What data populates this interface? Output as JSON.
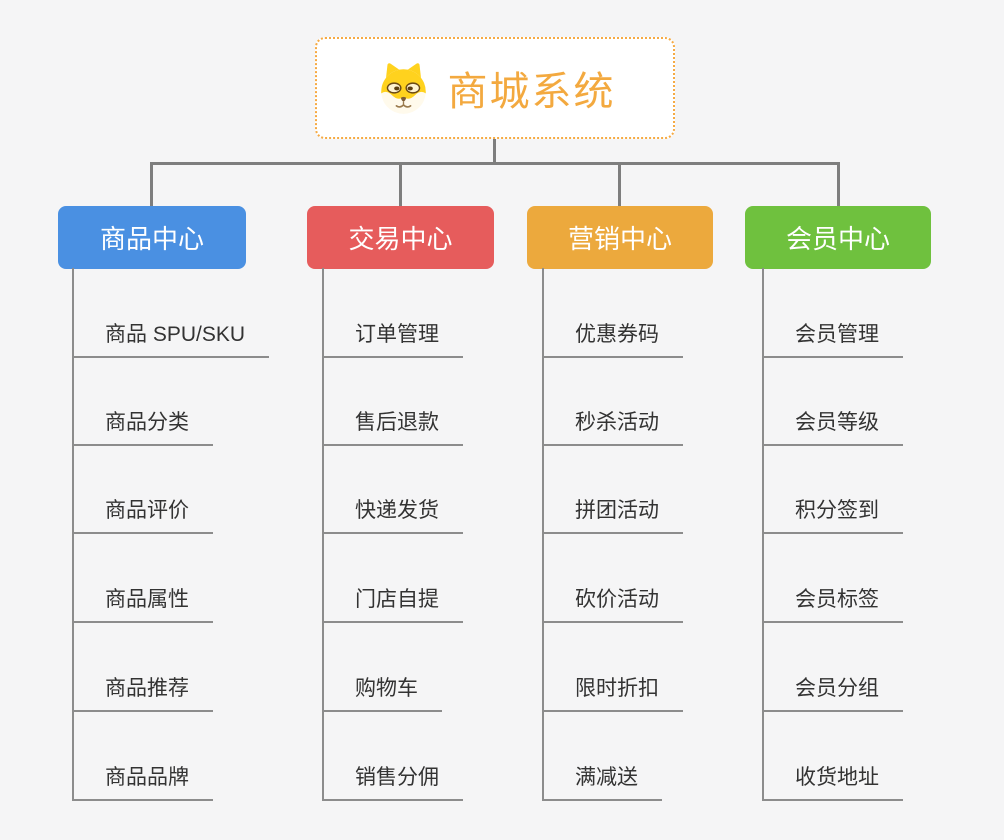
{
  "page": {
    "background": "#f5f5f6"
  },
  "lines": {
    "connector_color": "#7e7e7e",
    "item_line_color": "#8c8c8c"
  },
  "root": {
    "title": "商城系统",
    "icon": "shiba-dog-face",
    "accent_color": "#F3A93F",
    "border_color": "#F6AA43",
    "background": "#ffffff"
  },
  "branches": [
    {
      "id": "product-center",
      "label": "商品中心",
      "color": "#4A90E2",
      "items": [
        "商品 SPU/SKU",
        "商品分类",
        "商品评价",
        "商品属性",
        "商品推荐",
        "商品品牌"
      ]
    },
    {
      "id": "trade-center",
      "label": "交易中心",
      "color": "#E65C5C",
      "items": [
        "订单管理",
        "售后退款",
        "快递发货",
        "门店自提",
        "购物车",
        "销售分佣"
      ]
    },
    {
      "id": "marketing-center",
      "label": "营销中心",
      "color": "#ECA93D",
      "items": [
        "优惠券码",
        "秒杀活动",
        "拼团活动",
        "砍价活动",
        "限时折扣",
        "满减送"
      ]
    },
    {
      "id": "member-center",
      "label": "会员中心",
      "color": "#6FC13E",
      "items": [
        "会员管理",
        "会员等级",
        "积分签到",
        "会员标签",
        "会员分组",
        "收货地址"
      ]
    }
  ]
}
